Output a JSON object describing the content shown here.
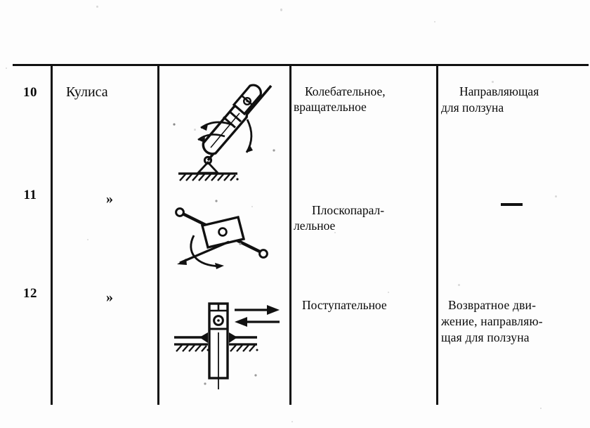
{
  "document": {
    "type": "scanned-table",
    "language": "ru",
    "background_color": "#fdfdfd",
    "ink_color": "#111111"
  },
  "table": {
    "columns": [
      {
        "key": "number",
        "header": ""
      },
      {
        "key": "name",
        "header": ""
      },
      {
        "key": "diagram",
        "header": ""
      },
      {
        "key": "motion",
        "header": ""
      },
      {
        "key": "purpose",
        "header": ""
      }
    ],
    "rows": [
      {
        "number": "10",
        "name": "Кулиса",
        "diagram_name": "rocking-slotted-link-diagram",
        "motion": "Колебательное,\nвращательное",
        "purpose": "Направляющая\nдля ползуна"
      },
      {
        "number": "11",
        "name": "»",
        "diagram_name": "floating-block-on-rod-diagram",
        "motion": "Плоскопарал-\nлельное",
        "purpose": "—"
      },
      {
        "number": "12",
        "name": "»",
        "diagram_name": "vertical-slider-in-guide-diagram",
        "motion": "Поступательное",
        "purpose": "Возвратное дви-\nжение, направляю-\nщая для ползуна"
      }
    ]
  }
}
